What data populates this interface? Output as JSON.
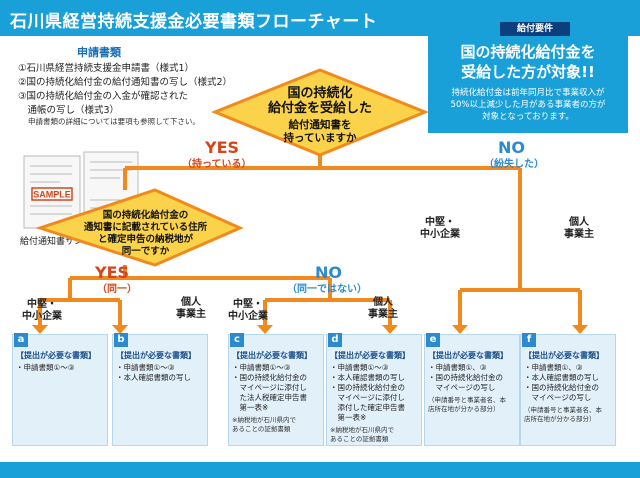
{
  "title": "石川県経営持続支援金必要書類フローチャート",
  "required_docs": {
    "heading": "申請書類",
    "items": [
      "①石川県経営持続支援金申請書（様式1）",
      "②国の持続化給付金の給付通知書の写し（様式2）",
      "③国の持続化給付金の入金が確認された",
      "　通帳の写し（様式3）"
    ],
    "note": "申請書類の詳細については要項も参照して下さい。"
  },
  "sample": {
    "stamp": "SAMPLE",
    "caption": "給付通知書サンプル"
  },
  "payment_req": {
    "tag": "給付要件",
    "headline_1": "国の持続化給付金を",
    "headline_2": "受給した方が対象!!",
    "body_1": "持続化給付金は前年同月比で事業収入が",
    "body_2": "50%以上減少した月がある事業者の方が",
    "body_3": "対象となっております。"
  },
  "q1": {
    "line1": "国の持続化",
    "line2": "給付金を受給した",
    "line3": "給付通知書を",
    "line4": "持っていますか"
  },
  "branch1": {
    "yes": "YES",
    "yes_sub": "（持っている）",
    "no": "NO",
    "no_sub": "（紛失した）"
  },
  "q2": {
    "line1": "国の持続化給付金の",
    "line2": "通知書に記載されている住所",
    "line3": "と確定申告の納税地が",
    "line4": "同一ですか"
  },
  "branch2": {
    "yes": "YES",
    "yes_sub": "（同一）",
    "no": "NO",
    "no_sub": "（同一ではない）"
  },
  "categories": {
    "smb_1": "中堅・",
    "smb_2": "中小企業",
    "ind_1": "個人",
    "ind_2": "事業主"
  },
  "cards": [
    {
      "letter": "a",
      "head": "【提出が必要な書類】",
      "lines": [
        "・申請書類①～③"
      ],
      "note": ""
    },
    {
      "letter": "b",
      "head": "【提出が必要な書類】",
      "lines": [
        "・申請書類①～③",
        "・本人確認書類の写し"
      ],
      "note": ""
    },
    {
      "letter": "c",
      "head": "【提出が必要な書類】",
      "lines": [
        "・申請書類①～③",
        "・国の持続化給付金の",
        "　マイページに添付し",
        "　た法人税確定申告書",
        "　第一表※"
      ],
      "note": "※納税地が石川県内で\nあることの証拠書類"
    },
    {
      "letter": "d",
      "head": "【提出が必要な書類】",
      "lines": [
        "・申請書類①～③",
        "・本人確認書類の写し",
        "・国の持続化給付金の",
        "　マイページに添付し",
        "　添付した確定申告書",
        "　第一表※"
      ],
      "note": "※納税地が石川県内で\nあることの証拠書類"
    },
    {
      "letter": "e",
      "head": "【提出が必要な書類】",
      "lines": [
        "・申請書類①、③",
        "・国の持続化給付金の",
        "　マイページの写し"
      ],
      "note": "（申請番号と事業者名、本\n店所在地が分かる部分）"
    },
    {
      "letter": "f",
      "head": "【提出が必要な書類】",
      "lines": [
        "・申請書類①、③",
        "・本人確認書類の写し",
        "・国の持続化給付金の",
        "　マイページの写し"
      ],
      "note": "（申請番号と事業者名、本\n店所在地が分かる部分）"
    }
  ],
  "colors": {
    "brand_blue": "#1aa0d8",
    "orange": "#f18a1e",
    "diamond_yellow": "#fbd34a",
    "yes_red": "#d5451b"
  }
}
